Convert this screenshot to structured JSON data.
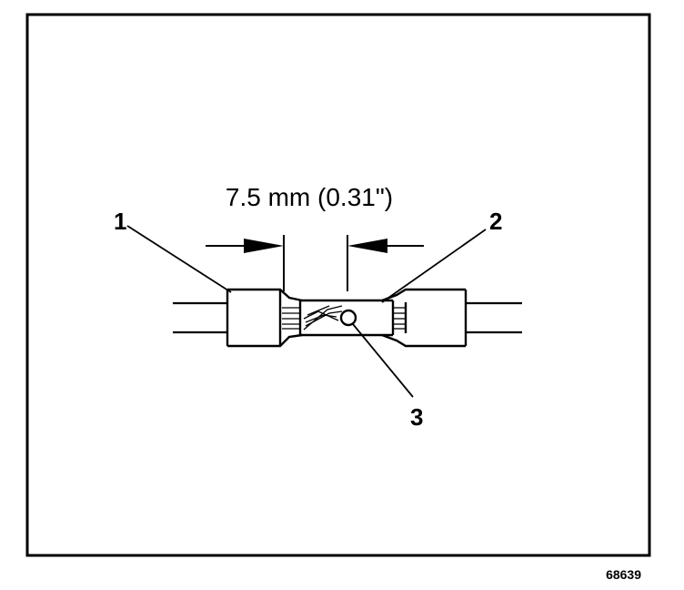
{
  "figure": {
    "dimension_label": "7.5 mm (0.31\")",
    "callouts": {
      "one": "1",
      "two": "2",
      "three": "3"
    },
    "figure_id": "68639"
  },
  "colors": {
    "ink": "#000000",
    "paper": "#ffffff"
  }
}
